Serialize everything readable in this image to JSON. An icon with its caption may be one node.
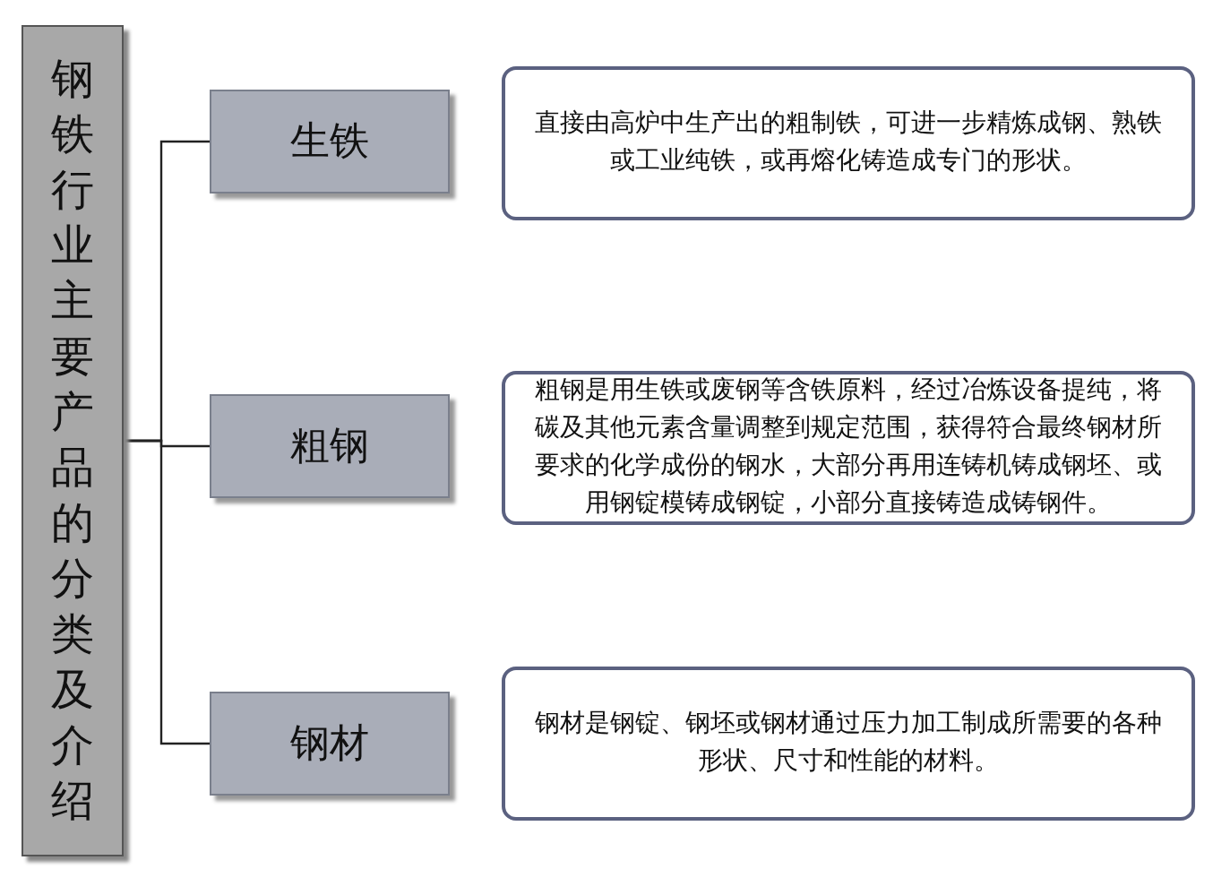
{
  "diagram": {
    "nodes": [
      {
        "text": [
          "钢铁行业主要产品的分类及介绍"
        ]
      },
      {
        "text": [
          "生铁"
        ]
      },
      {
        "text": [
          "粗钢"
        ]
      },
      {
        "text": [
          "钢材"
        ]
      },
      {
        "text": [
          "直接由高炉中生产出的粗制铁，可进一步精炼成钢、熟铁或工业纯铁，或再熔化铸造成专门的形状。"
        ]
      },
      {
        "text": [
          "粗钢是用生铁或废钢等含铁原料，经过冶炼设备提纯，将碳及其他元素含量调整到规定范围，获得符合最终钢材所要求的化学成份的钢水，大部分再用连铸机铸成钢坯、或用钢锭模铸成钢锭，小部分直接铸造成铸钢件。"
        ]
      },
      {
        "text": [
          "钢材是钢锭、钢坯或钢材通过压力加工制成所需要的各种形状、尺寸和性能的材料。"
        ]
      }
    ],
    "edges": [
      {
        "from": 0,
        "to": 1,
        "arrow": "none"
      },
      {
        "from": 0,
        "to": 2,
        "arrow": "none"
      },
      {
        "from": 0,
        "to": 3,
        "arrow": "none"
      }
    ]
  }
}
